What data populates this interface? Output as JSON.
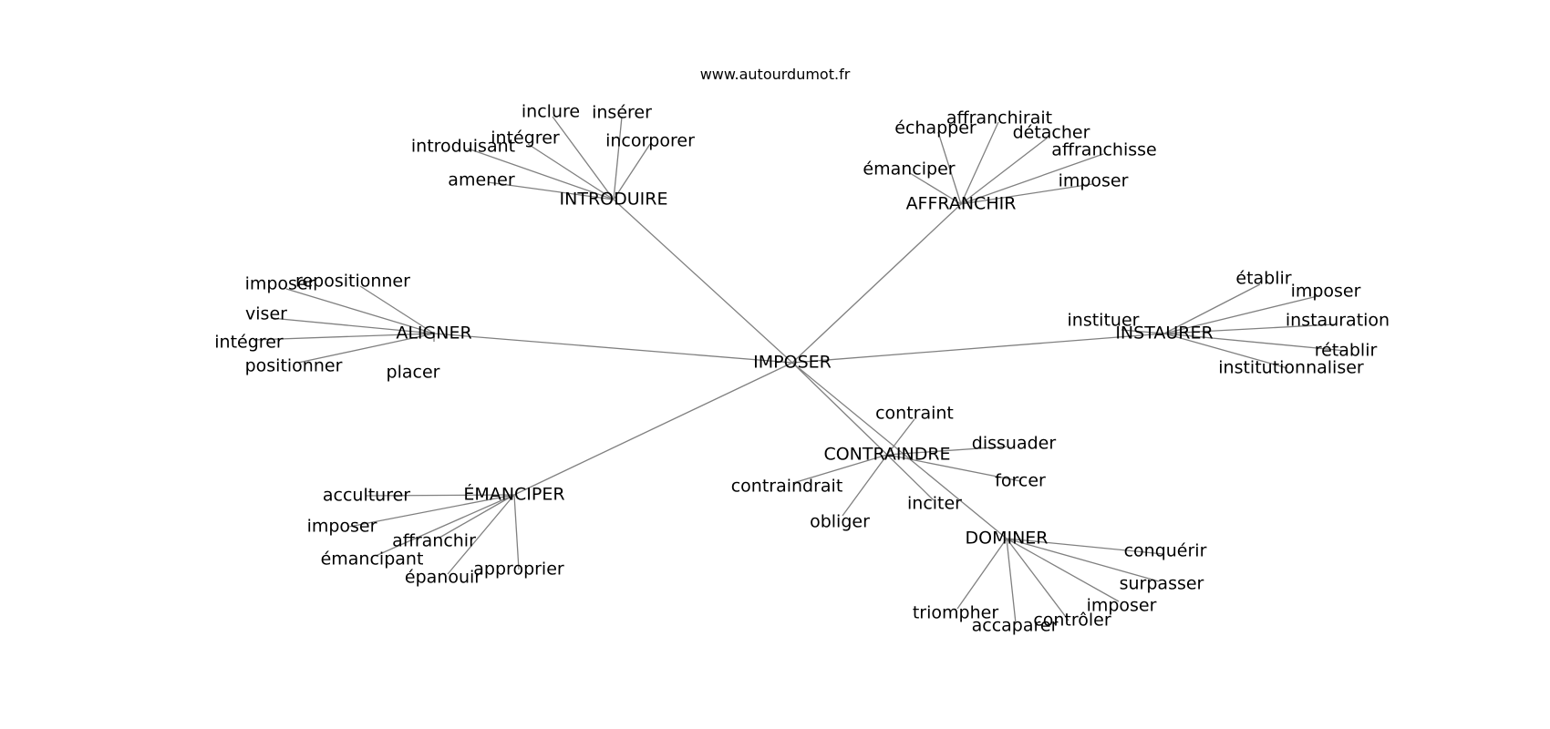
{
  "site_label": "www.autourdumot.fr",
  "graph": {
    "root": "IMPOSER",
    "groups": [
      {
        "hub": "INTRODUIRE",
        "words": [
          "inclure",
          "insérer",
          "intégrer",
          "introduisant",
          "incorporer",
          "amener"
        ]
      },
      {
        "hub": "AFFRANCHIR",
        "words": [
          "affranchirait",
          "échapper",
          "détacher",
          "affranchisse",
          "émanciper",
          "imposer"
        ]
      },
      {
        "hub": "ALIGNER",
        "words": [
          "repositionner",
          "imposer",
          "viser",
          "intégrer",
          "positionner",
          "placer"
        ]
      },
      {
        "hub": "INSTAURER",
        "words": [
          "établir",
          "imposer",
          "instituer",
          "instauration",
          "rétablir",
          "institutionnaliser"
        ]
      },
      {
        "hub": "CONTRAINDRE",
        "words": [
          "contraint",
          "dissuader",
          "contraindrait",
          "forcer",
          "inciter",
          "obliger"
        ]
      },
      {
        "hub": "ÉMANCIPER",
        "words": [
          "acculturer",
          "imposer",
          "affranchir",
          "émancipant",
          "épanouir",
          "approprier"
        ]
      },
      {
        "hub": "DOMINER",
        "words": [
          "conquérir",
          "surpasser",
          "imposer",
          "triompher",
          "contrôler",
          "accaparer"
        ]
      }
    ]
  }
}
